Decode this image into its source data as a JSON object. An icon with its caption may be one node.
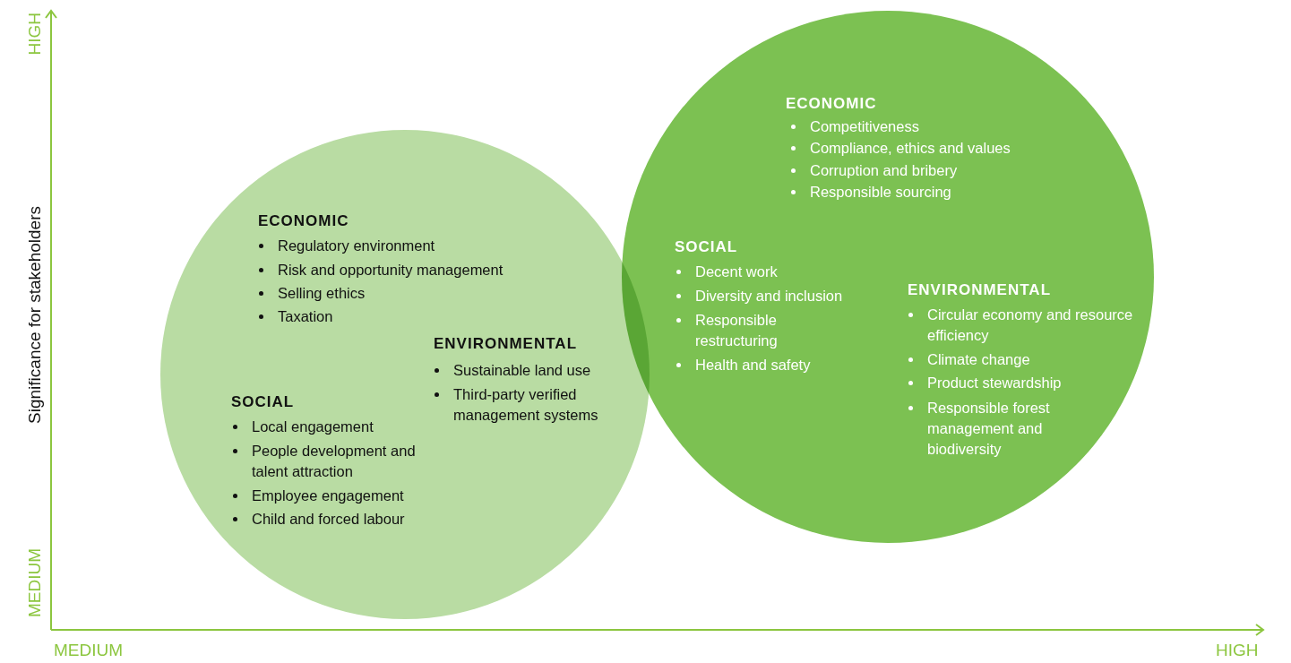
{
  "diagram": {
    "nodes": [
      {
        "text": [
          "ECONOMIC",
          "Regulatory environment",
          "Risk and opportunity management",
          "Selling ethics",
          "Taxation",
          "ENVIRONMENTAL",
          "Sustainable land use",
          "Third-party verified management systems",
          "SOCIAL",
          "Local engagement",
          "People development and talent attraction",
          "Employee engagement",
          "Child and forced labour"
        ]
      },
      {
        "text": [
          "ECONOMIC",
          "Competitiveness",
          "Compliance, ethics and values",
          "Corruption and bribery",
          "Responsible sourcing",
          "SOCIAL",
          "Decent work",
          "Diversity and inclusion",
          "Responsible restructuring",
          "Health and safety",
          "ENVIRONMENTAL",
          "Circular economy and resource efficiency",
          "Climate change",
          "Product stewardship",
          "Responsible forest management and biodiversity"
        ]
      }
    ],
    "labels": [
      "HIGH",
      "Significance for stakeholders",
      "MEDIUM",
      "MEDIUM",
      "HIGH"
    ]
  }
}
